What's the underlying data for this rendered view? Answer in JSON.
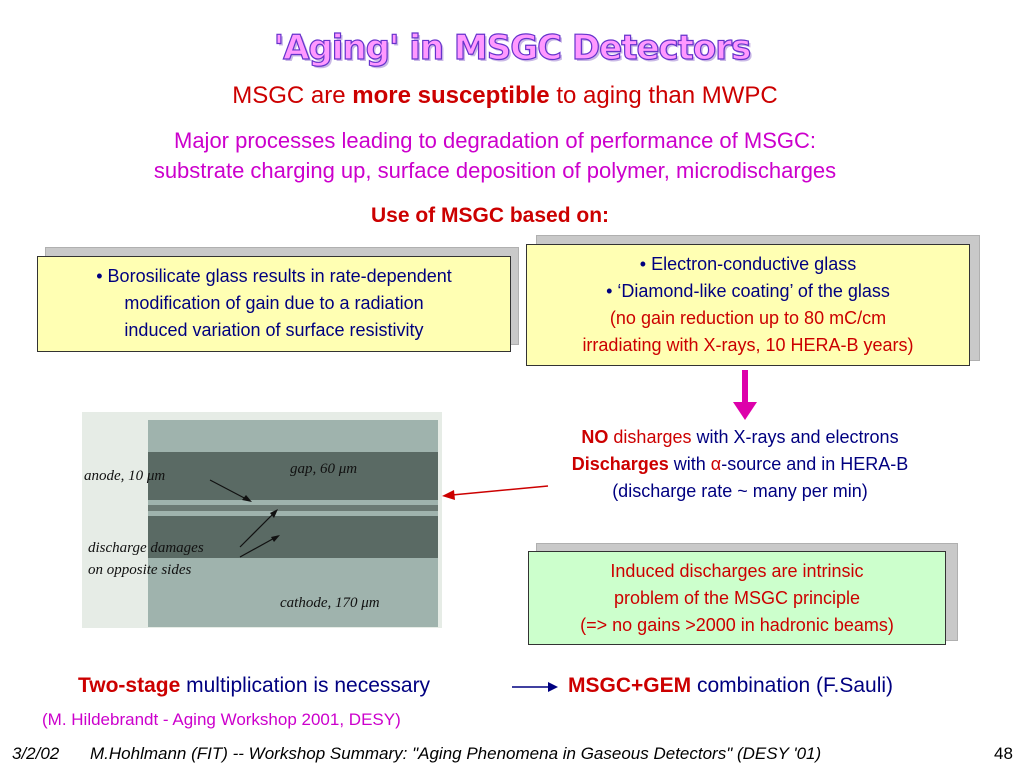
{
  "title": "'Aging' in MSGC Detectors",
  "subtitle": {
    "part1": "MSGC are ",
    "bold": "more susceptible",
    "part2": " to aging than MWPC"
  },
  "processes": {
    "line1": "Major processes leading to degradation of performance of MSGC:",
    "line2": "substrate charging up, surface deposition of polymer, microdischarges"
  },
  "use_heading": "Use of MSGC based on:",
  "box_left": {
    "line1": "• Borosilicate glass results in rate-dependent",
    "line2": "modification of gain due to a radiation",
    "line3": "induced variation of surface resistivity"
  },
  "box_right": {
    "line1": "• Electron-conductive glass",
    "line2": "• ‘Diamond-like coating’ of the glass",
    "line3": "(no gain reduction up to 80 mC/cm",
    "line4": "irradiating with X-rays, 10 HERA-B years)"
  },
  "discharge_info": {
    "no": "NO",
    "no_word": " disharges",
    "no_rest": " with X-rays and electrons",
    "dis": "Discharges",
    "dis_rest1": " with ",
    "alpha": "α",
    "dis_rest2": "-source and in HERA-B",
    "rate": "(discharge rate ~ many per min)"
  },
  "photo_labels": {
    "anode": "anode, 10 μm",
    "gap": "gap, 60 μm",
    "damage1": "discharge damages",
    "damage2": "on opposite sides",
    "cathode": "cathode, 170 μm"
  },
  "box_green": {
    "line1": "Induced discharges are intrinsic",
    "line2": "problem of the MSGC principle",
    "line3": "(=> no gains >2000 in hadronic beams)"
  },
  "two_stage": {
    "bold": "Two-stage",
    "rest": " multiplication is necessary",
    "result_bold": "MSGC+GEM",
    "result_rest": " combination (F.Sauli)"
  },
  "citation": "(M. Hildebrandt - Aging Workshop 2001, DESY)",
  "footer": {
    "date": "3/2/02",
    "text": "M.Hohlmann (FIT)  --  Workshop Summary: \"Aging Phenomena in Gaseous Detectors\" (DESY '01)",
    "page": "48"
  },
  "colors": {
    "title_fill": "#ff99ff",
    "title_outline": "#6633cc",
    "red": "#cc0000",
    "magenta": "#cc00cc",
    "navy": "#000080",
    "yellow_box": "#ffffb3",
    "green_box": "#ccffcc",
    "arrow_magenta": "#dd00aa"
  }
}
